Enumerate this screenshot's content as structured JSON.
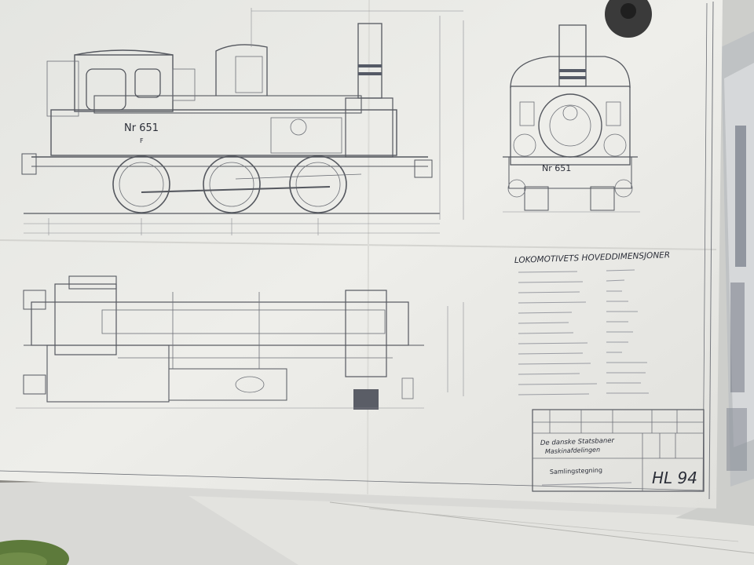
{
  "drawing": {
    "side_view_plate": "Nr 651",
    "side_view_class": "F",
    "front_view_plate": "Nr 651",
    "dimensions_title": "LOKOMOTIVETS HOVEDDIMENSJONER",
    "title_block": {
      "company": "De danske Statsbaner",
      "department": "Maskinafdelingen",
      "drawing_type": "Samlingstegning",
      "drawing_no": "HL 94"
    }
  },
  "colors": {
    "paper": "#e9e9e4",
    "ink": "#4a4d55",
    "table": "#7d7b76"
  }
}
